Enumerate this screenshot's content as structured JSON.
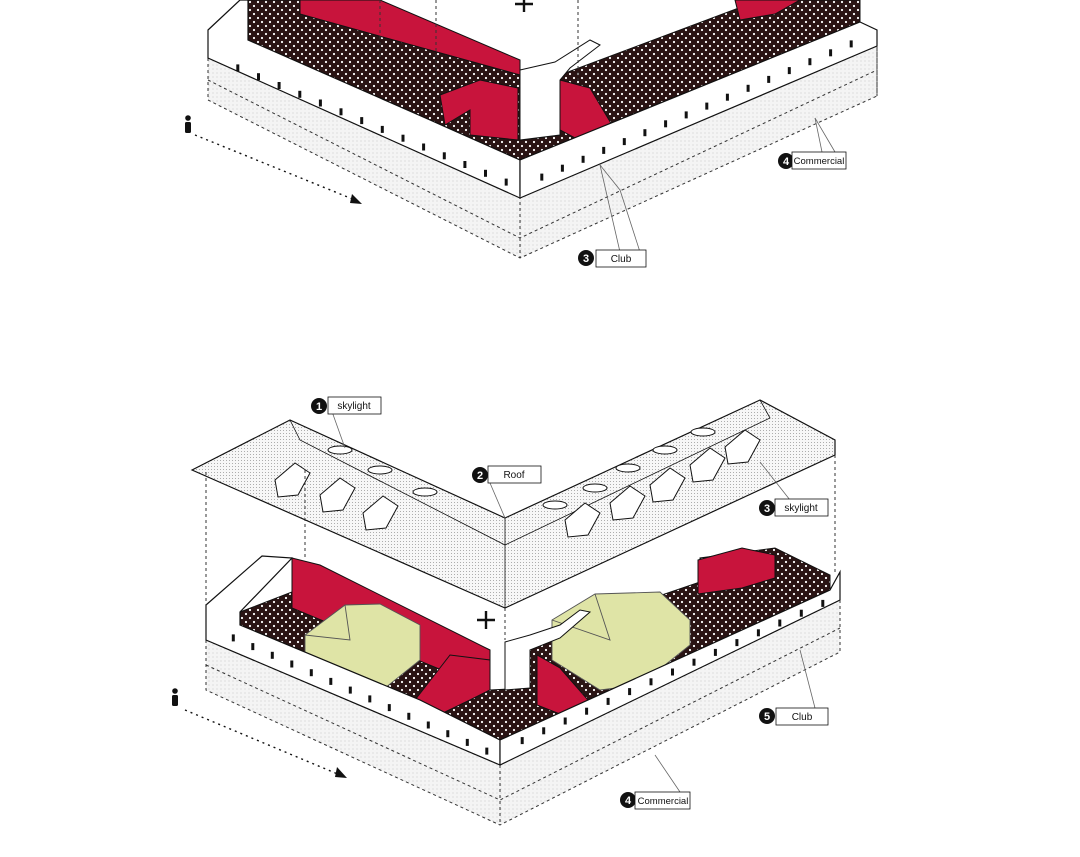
{
  "diagram_upper": {
    "labels": [
      {
        "number": "3",
        "text": "Club"
      },
      {
        "number": "4",
        "text": "Commercial"
      }
    ]
  },
  "diagram_lower": {
    "labels": [
      {
        "number": "1",
        "text": "skylight"
      },
      {
        "number": "2",
        "text": "Roof"
      },
      {
        "number": "3",
        "text": "skylight"
      },
      {
        "number": "5",
        "text": "Club"
      },
      {
        "number": "4",
        "text": "Commercial"
      }
    ]
  },
  "colors": {
    "accent_red": "#c8143c",
    "highlight_yellow": "#dfe4a6",
    "floor_dark": "#2a1414",
    "line": "#111111"
  },
  "icons": [
    "person-icon",
    "plus-icon",
    "north-arrow-icon"
  ]
}
